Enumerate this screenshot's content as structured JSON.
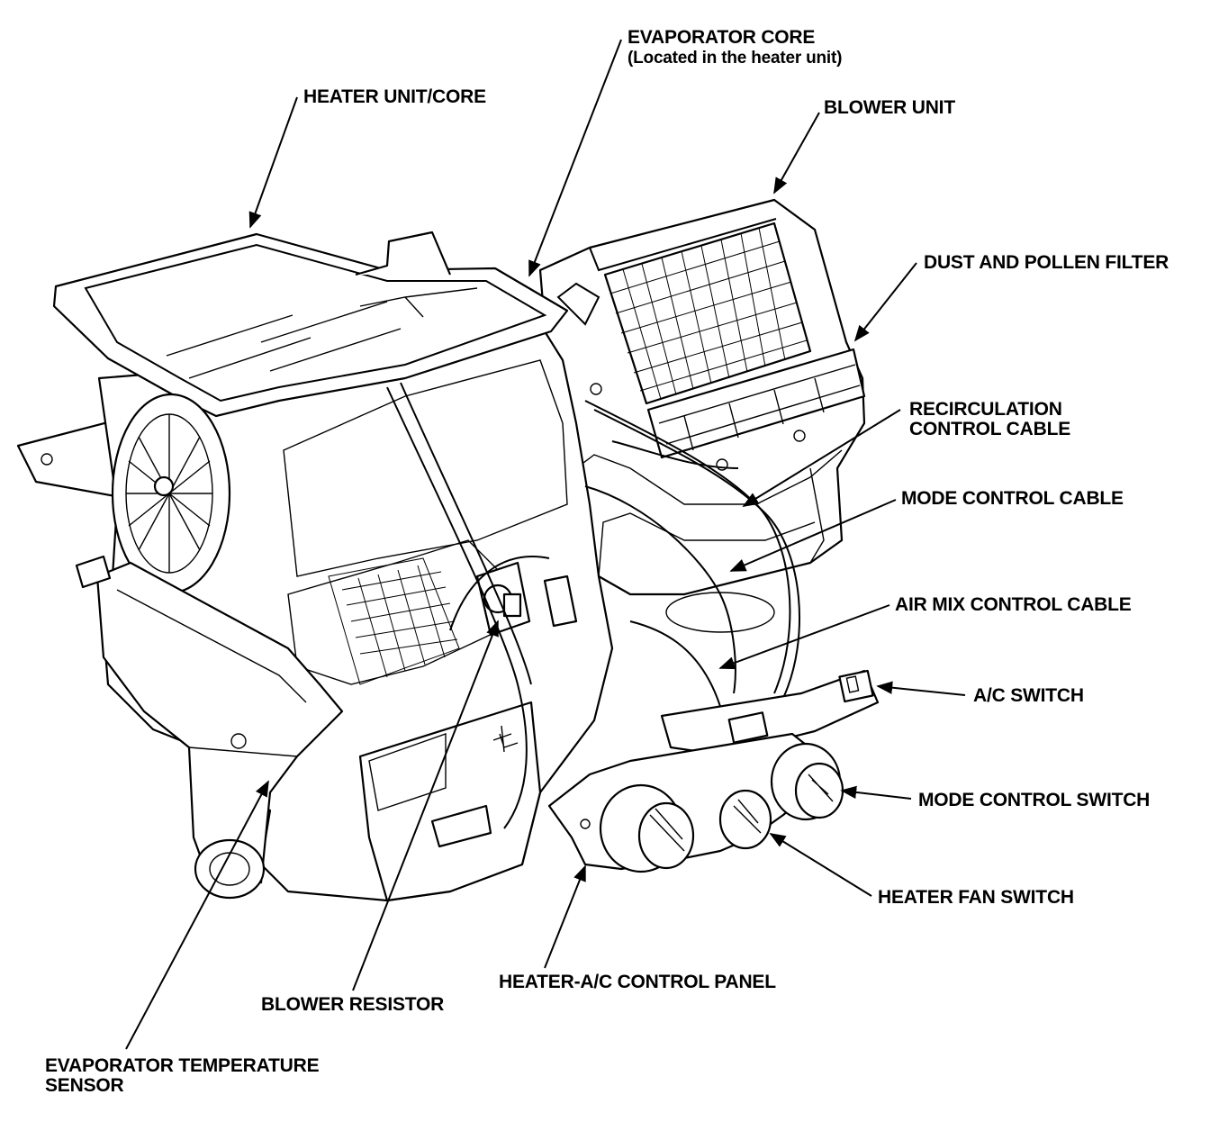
{
  "labels": {
    "heater_unit_core": "HEATER UNIT/CORE",
    "evaporator_core": "EVAPORATOR CORE",
    "evaporator_core_note": "(Located in the heater unit)",
    "blower_unit": "BLOWER UNIT",
    "dust_pollen_filter": "DUST AND POLLEN FILTER",
    "recirculation_line1": "RECIRCULATION",
    "recirculation_line2": "CONTROL CABLE",
    "mode_control_cable": "MODE CONTROL CABLE",
    "air_mix_control_cable": "AIR MIX CONTROL CABLE",
    "ac_switch": "A/C SWITCH",
    "mode_control_switch": "MODE CONTROL SWITCH",
    "heater_fan_switch": "HEATER FAN SWITCH",
    "heater_ac_control_panel": "HEATER-A/C CONTROL PANEL",
    "blower_resistor": "BLOWER RESISTOR",
    "evap_temp_sensor_line1": "EVAPORATOR TEMPERATURE",
    "evap_temp_sensor_line2": "SENSOR"
  }
}
